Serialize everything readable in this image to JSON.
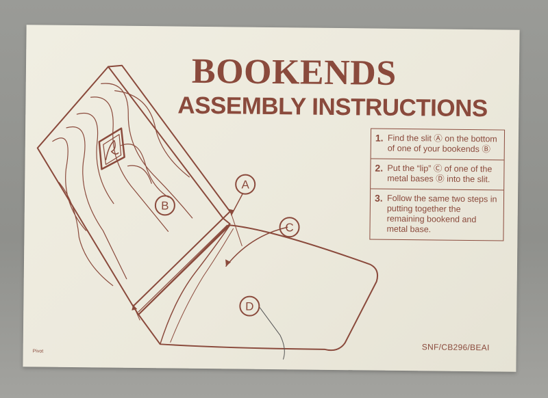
{
  "title": "BOOKENDS",
  "subtitle": "ASSEMBLY INSTRUCTIONS",
  "steps": [
    {
      "number": "1.",
      "text": "Find the slit Ⓐ on the bottom of one of your bookends Ⓑ"
    },
    {
      "number": "2.",
      "text": "Put the “lip” Ⓒ of one of the metal bases Ⓓ into the slit."
    },
    {
      "number": "3.",
      "text": "Follow the same two steps in putting together the remaining bookend and metal base."
    }
  ],
  "labels": {
    "a": "A",
    "b": "B",
    "c": "C",
    "d": "D"
  },
  "product_code": "SNF/CB296/BEAI",
  "printer_mark": "Pivot",
  "colors": {
    "ink": "#8a4a3c",
    "paper": "#ece9dc"
  }
}
